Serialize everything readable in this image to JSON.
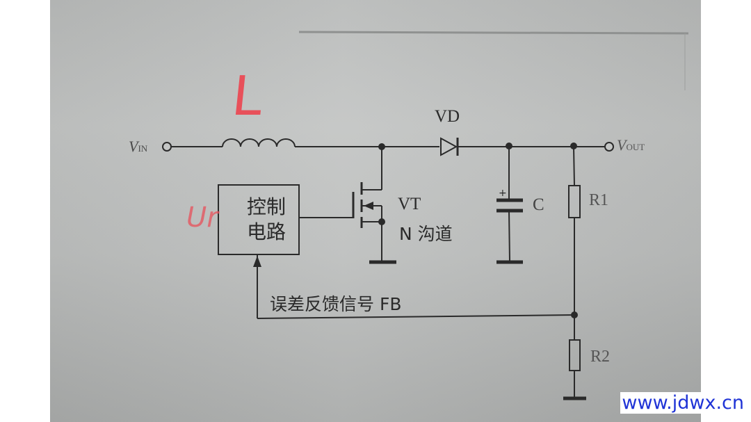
{
  "diagram": {
    "type": "boost converter schematic (photo of textbook page)",
    "nodes": {
      "vin": {
        "label_main": "V",
        "label_sub": "IN"
      },
      "vout": {
        "label_main": "V",
        "label_sub": "OUT"
      }
    },
    "components": {
      "inductor": {
        "handwritten_label": "L"
      },
      "diode": {
        "label": "VD"
      },
      "mosfet": {
        "label": "VT",
        "type_label": "N 沟道"
      },
      "capacitor": {
        "label": "C",
        "polarity": "+"
      },
      "r1": {
        "label": "R1"
      },
      "r2": {
        "label": "R2"
      },
      "control_block": {
        "line1": "控制",
        "line2": "电路"
      }
    },
    "annotations": {
      "handwritten_ur": "Ur",
      "feedback_label": "误差反馈信号 FB"
    },
    "colors": {
      "ink": "#2a2a2a",
      "handwriting": "#e8505a",
      "paper": "#bdbfbe",
      "watermark": "#1f33d6"
    }
  },
  "watermark": {
    "text": "www.jdwx.cn"
  }
}
